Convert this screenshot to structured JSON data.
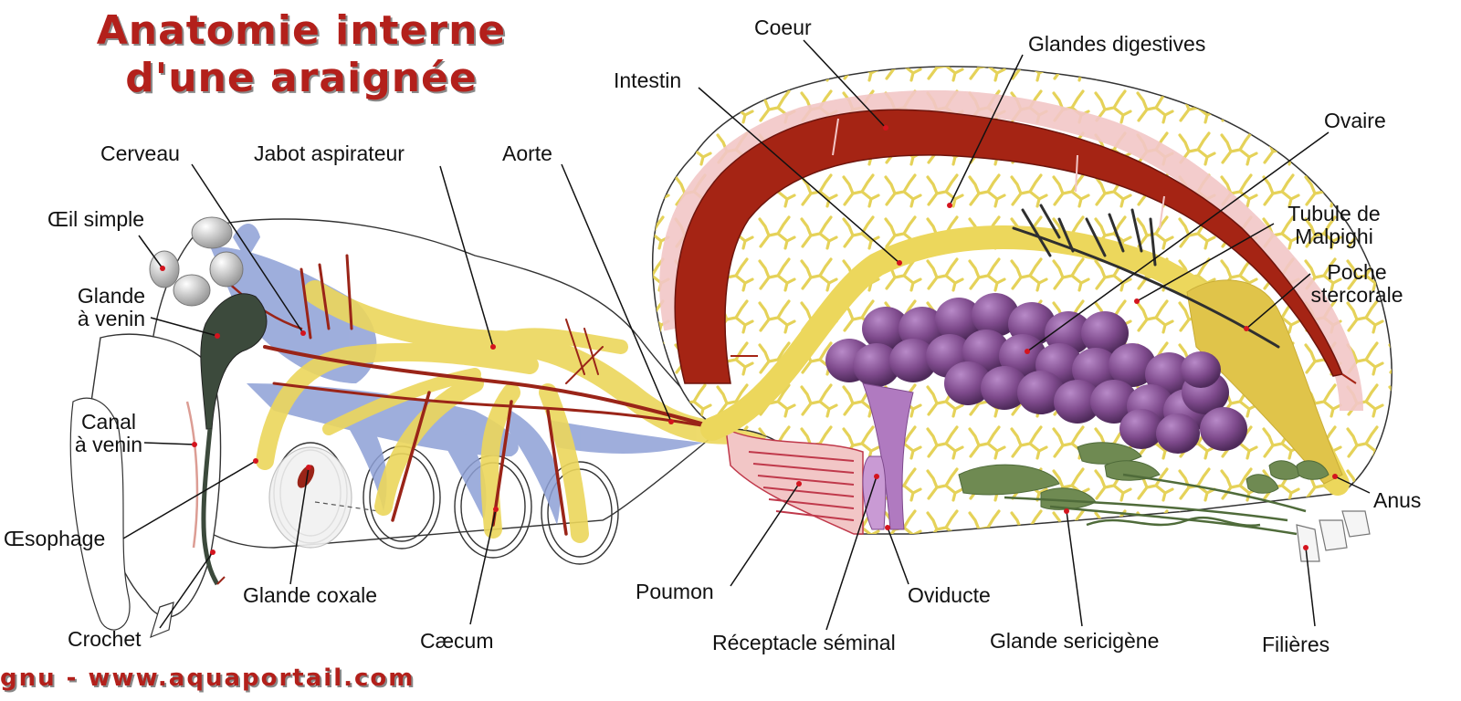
{
  "title": {
    "line1": "Anatomie interne",
    "line2": "d'une araignée"
  },
  "credit": "gnu - www.aquaportail.com",
  "colors": {
    "title_red": "#b3201b",
    "heart_red": "#a52414",
    "artery_red": "#9a2418",
    "digestive_yellow": "#ecd75c",
    "gland_yellow": "#e4d050",
    "ovary_purple": "#7e4a8c",
    "nerve_blue": "#8ea0d6",
    "silk_green": "#4f6b3a",
    "venom_green": "#3c4a3c",
    "receptacle_violet": "#b07ac0",
    "lung_pink": "#f2c6c6"
  },
  "labels": {
    "coeur": "Coeur",
    "glandes_digestives": "Glandes digestives",
    "intestin": "Intestin",
    "ovaire": "Ovaire",
    "tubule_1": "Tubule de",
    "tubule_2": "Malpighi",
    "poche_1": "Poche",
    "poche_2": "stercorale",
    "cerveau": "Cerveau",
    "jabot": "Jabot aspirateur",
    "aorte": "Aorte",
    "oeil": "Œil simple",
    "glande_venin_1": "Glande",
    "glande_venin_2": "à venin",
    "canal_1": "Canal",
    "canal_2": "à venin",
    "oesophage": "Œsophage",
    "glande_coxale": "Glande coxale",
    "crochet": "Crochet",
    "caecum": "Cæcum",
    "poumon": "Poumon",
    "oviducte": "Oviducte",
    "receptacle": "Réceptacle séminal",
    "sericigene": "Glande sericigène",
    "filieres": "Filières",
    "anus": "Anus"
  }
}
